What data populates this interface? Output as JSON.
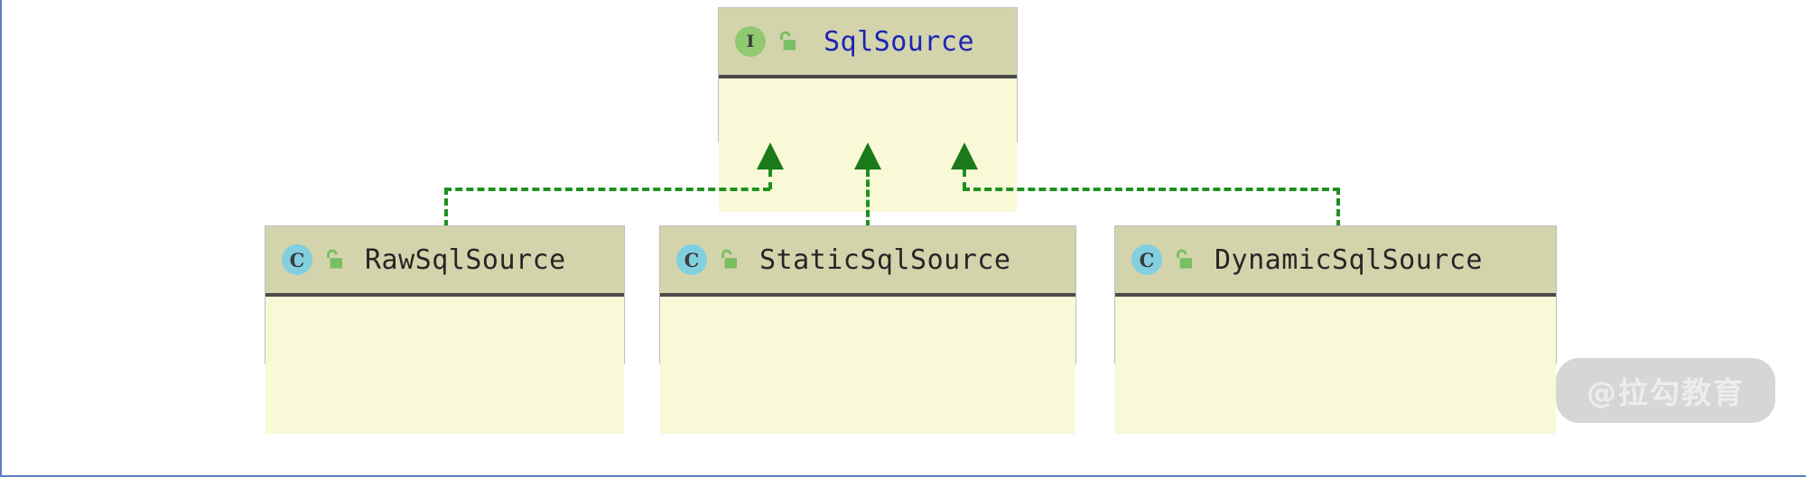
{
  "diagram": {
    "type": "uml-class-diagram",
    "background_color": "#ffffff",
    "palette": {
      "header_fill": "#d3d4ac",
      "body_fill": "#f9f9d7",
      "box_border": "#bfbfbf",
      "header_rule": "#4a4a4a",
      "interface_icon_fill": "#90c971",
      "class_icon_fill": "#82cfe0",
      "unlock_icon_fill": "#78bf63",
      "interface_title_color": "#1b24b4",
      "class_title_color": "#262626",
      "connector_color": "#1f9020",
      "arrow_color": "#1a7a1a",
      "canvas_border_color": "#5b7fbd"
    },
    "interface": {
      "name": "SqlSource",
      "stereotype_icon": "interface-icon",
      "stereotype_letter": "I",
      "visibility_icon": "unlock-icon",
      "visibility": "public"
    },
    "classes": [
      {
        "name": "RawSqlSource",
        "stereotype_icon": "class-icon",
        "stereotype_letter": "C",
        "visibility_icon": "unlock-icon",
        "visibility": "public",
        "relation": "realization"
      },
      {
        "name": "StaticSqlSource",
        "stereotype_icon": "class-icon",
        "stereotype_letter": "C",
        "visibility_icon": "unlock-icon",
        "visibility": "public",
        "relation": "realization"
      },
      {
        "name": "DynamicSqlSource",
        "stereotype_icon": "class-icon",
        "stereotype_letter": "C",
        "visibility_icon": "unlock-icon",
        "visibility": "public",
        "relation": "realization"
      }
    ],
    "watermark": {
      "text": "@拉勾教育"
    }
  }
}
